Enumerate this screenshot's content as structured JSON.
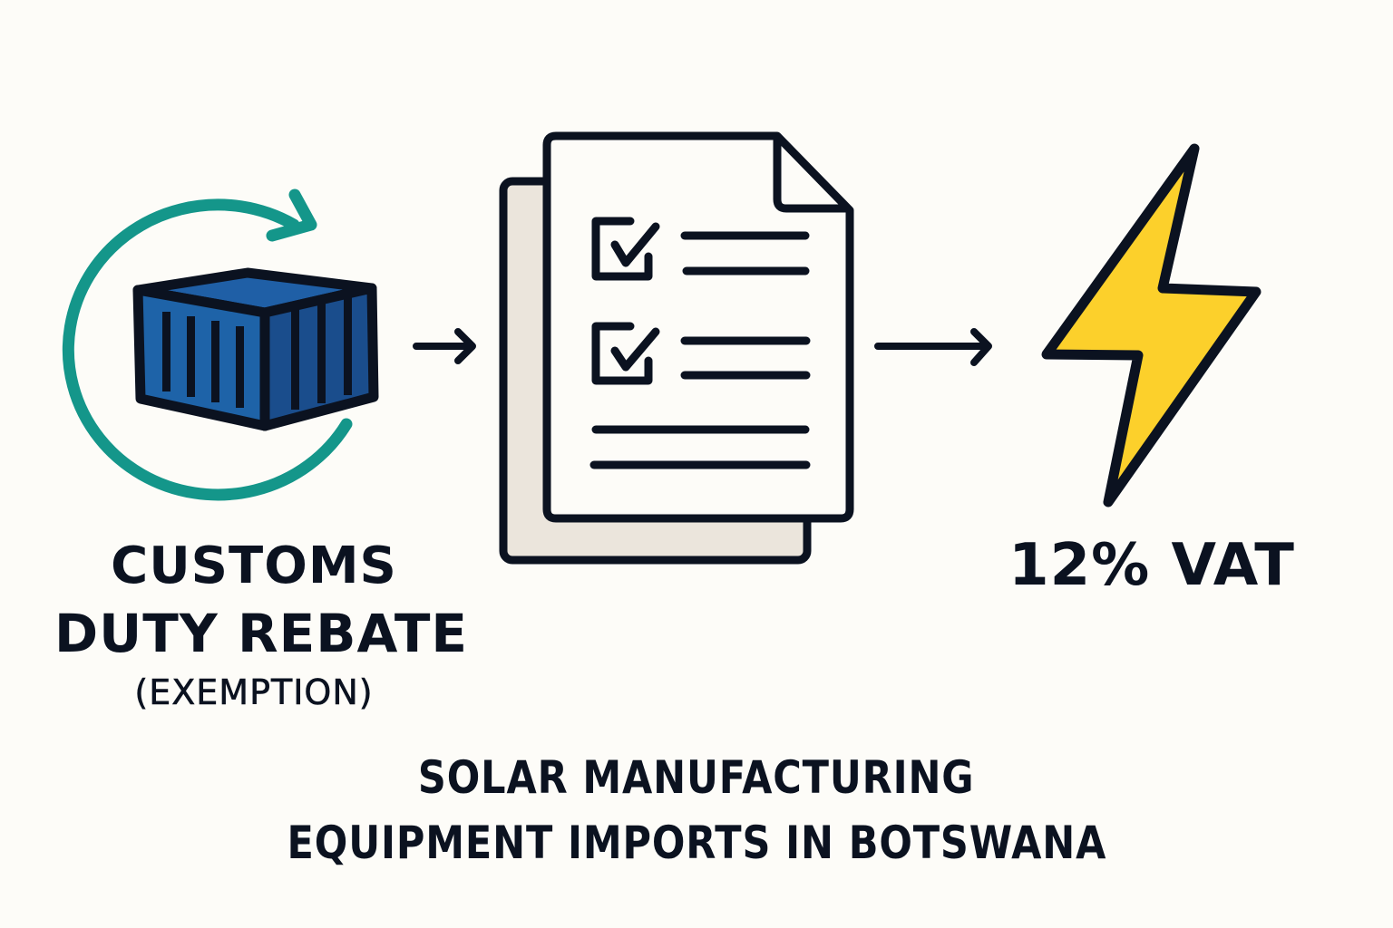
{
  "diagram": {
    "title_lines": [
      "SOLAR MANUFACTURING",
      "EQUIPMENT IMPORTS IN BOTSWANA"
    ],
    "steps": [
      {
        "id": "customs",
        "icon": "shipping-container-with-cycle-arrow-icon",
        "label_lines": [
          "CUSTOMS",
          "DUTY REBATE"
        ],
        "sublabel": "(EXEMPTION)"
      },
      {
        "id": "documents",
        "icon": "checklist-document-icon",
        "label_lines": []
      },
      {
        "id": "vat",
        "icon": "lightning-bolt-icon",
        "label_lines": [
          "12% VAT"
        ]
      }
    ],
    "connectors": [
      "arrow-right",
      "arrow-right"
    ]
  },
  "colors": {
    "background": "#fdfcf8",
    "outline": "#0b1220",
    "container_blue": "#1f5fa6",
    "container_blue_dark": "#1a4d8c",
    "cycle_teal": "#14968a",
    "document_back": "#ebe5dc",
    "document_front": "#fdfcf8",
    "bolt_yellow": "#fcd02b"
  }
}
